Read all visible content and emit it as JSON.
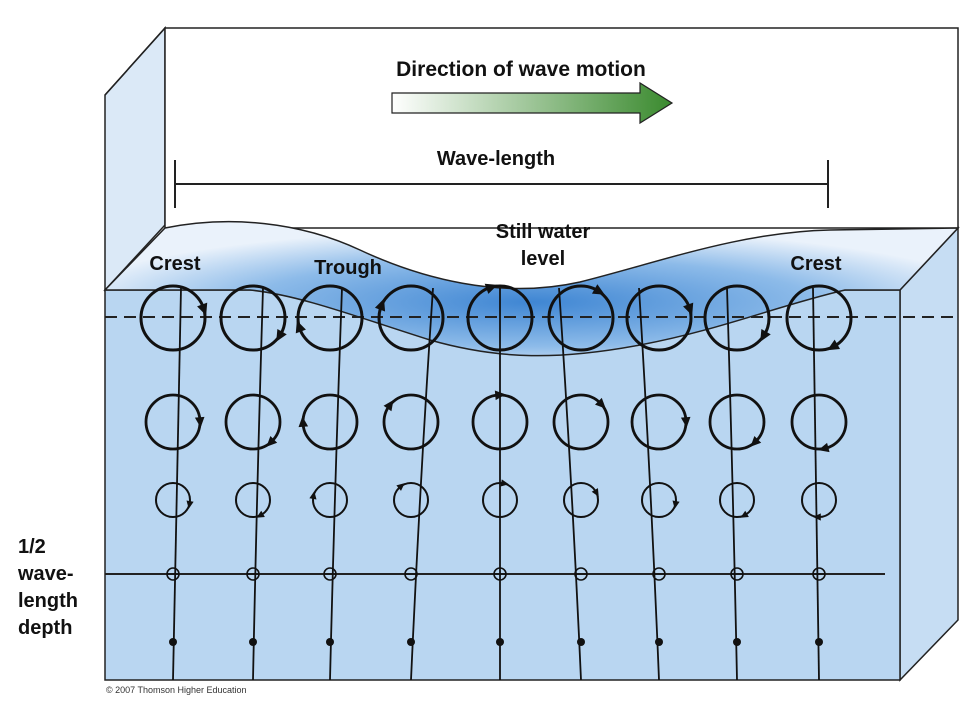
{
  "title": "Direction of wave motion",
  "wavelength_label": "Wave-length",
  "still_water_label": [
    "Still water",
    "level"
  ],
  "crest_left_label": "Crest",
  "trough_label": "Trough",
  "crest_right_label": "Crest",
  "depth_label": [
    "1/2",
    "wave-",
    "length",
    "depth"
  ],
  "copyright": "© 2007 Thomson Higher Education",
  "colors": {
    "water": "#b9d6f1",
    "water_surface_light": "#e9f2fb",
    "water_trough": "#3f86d3",
    "box_side": "#d6e7f7",
    "arrow_green": "#3a8a2e",
    "line": "#111111"
  },
  "particle_columns": 9,
  "orbit_rows": [
    "large",
    "medium",
    "small",
    "tiny",
    "none"
  ]
}
